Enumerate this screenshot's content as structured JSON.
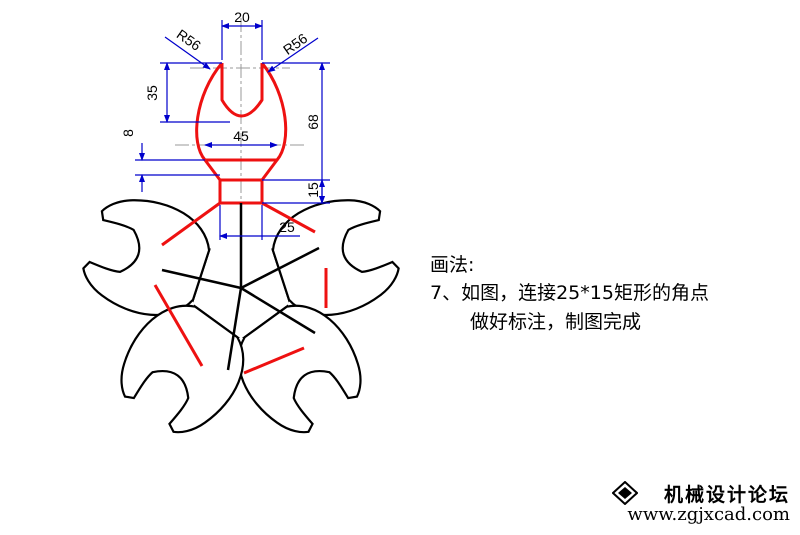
{
  "drawing": {
    "dimensions": {
      "r56_left": "R56",
      "r56_right": "R56",
      "d20": "20",
      "d35": "35",
      "d8": "8",
      "d45": "45",
      "d68": "68",
      "d15": "15",
      "d25": "25"
    }
  },
  "notes": {
    "heading": "画法:",
    "step_line1": "7、如图，连接25*15矩形的角点",
    "step_line2": "做好标注，制图完成"
  },
  "watermark": {
    "title": "机械设计论坛",
    "url": "www.zgjxcad.com"
  },
  "colors": {
    "outline": "#000000",
    "highlight": "#ee1111",
    "dimension": "#0000cc",
    "centerline": "#9a9a9a"
  }
}
